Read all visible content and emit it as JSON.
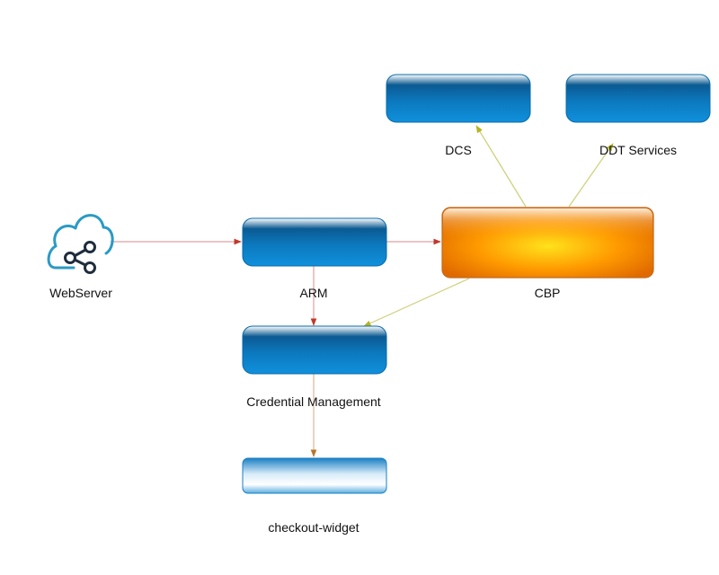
{
  "diagram": {
    "nodes": [
      {
        "id": "webserver",
        "label": "WebServer",
        "icon": "cloud-share-icon",
        "style": "icon"
      },
      {
        "id": "arm",
        "label": "ARM",
        "style": "blue"
      },
      {
        "id": "cbp",
        "label": "CBP",
        "style": "orange"
      },
      {
        "id": "dcs",
        "label": "DCS",
        "style": "blue"
      },
      {
        "id": "ddt",
        "label": "DDT Services",
        "style": "blue"
      },
      {
        "id": "credential",
        "label": "Credential Management",
        "style": "blue"
      },
      {
        "id": "checkout",
        "label": "checkout-widget",
        "style": "light-blue"
      }
    ],
    "edges": [
      {
        "from": "webserver",
        "to": "arm",
        "color": "#c0392b"
      },
      {
        "from": "arm",
        "to": "cbp",
        "color": "#c0392b"
      },
      {
        "from": "arm",
        "to": "credential",
        "color": "#c0392b"
      },
      {
        "from": "cbp",
        "to": "credential",
        "color": "#b5b520"
      },
      {
        "from": "cbp",
        "to": "dcs",
        "color": "#b5b520"
      },
      {
        "from": "cbp",
        "to": "ddt",
        "color": "#b5b520"
      },
      {
        "from": "credential",
        "to": "checkout",
        "color": "#b8742a"
      }
    ]
  },
  "colors": {
    "blue_top": "#0a5e9a",
    "blue_bottom": "#0f8bd4",
    "orange_center": "#ffd21a",
    "orange_edge": "#e06a00",
    "icon_stroke": "#2b9ac4"
  }
}
